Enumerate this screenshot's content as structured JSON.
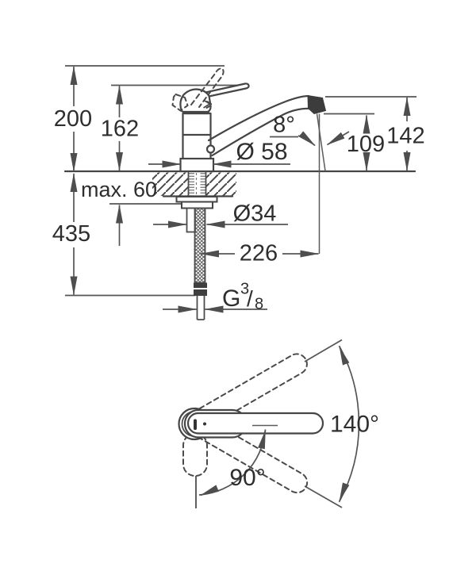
{
  "drawing": {
    "title": "faucet-dimension-drawing",
    "colors": {
      "background": "#ffffff",
      "line": "#454545",
      "text": "#2e2e2e"
    },
    "side_view": {
      "labels": {
        "total_height": "200",
        "body_height": "162",
        "spout_height": "142",
        "outlet_height": "109",
        "stream_angle": "8°",
        "base_diameter": "Ø 58",
        "deck_thickness": "max. 60",
        "below_deck_length": "435",
        "hole_diameter": "Ø34",
        "spout_reach": "226",
        "connection_prefix": "G",
        "connection_numerator": "3",
        "connection_slash": "/",
        "connection_denominator": "8"
      }
    },
    "top_view": {
      "labels": {
        "swivel_full": "140°",
        "swivel_step": "90°"
      }
    }
  }
}
